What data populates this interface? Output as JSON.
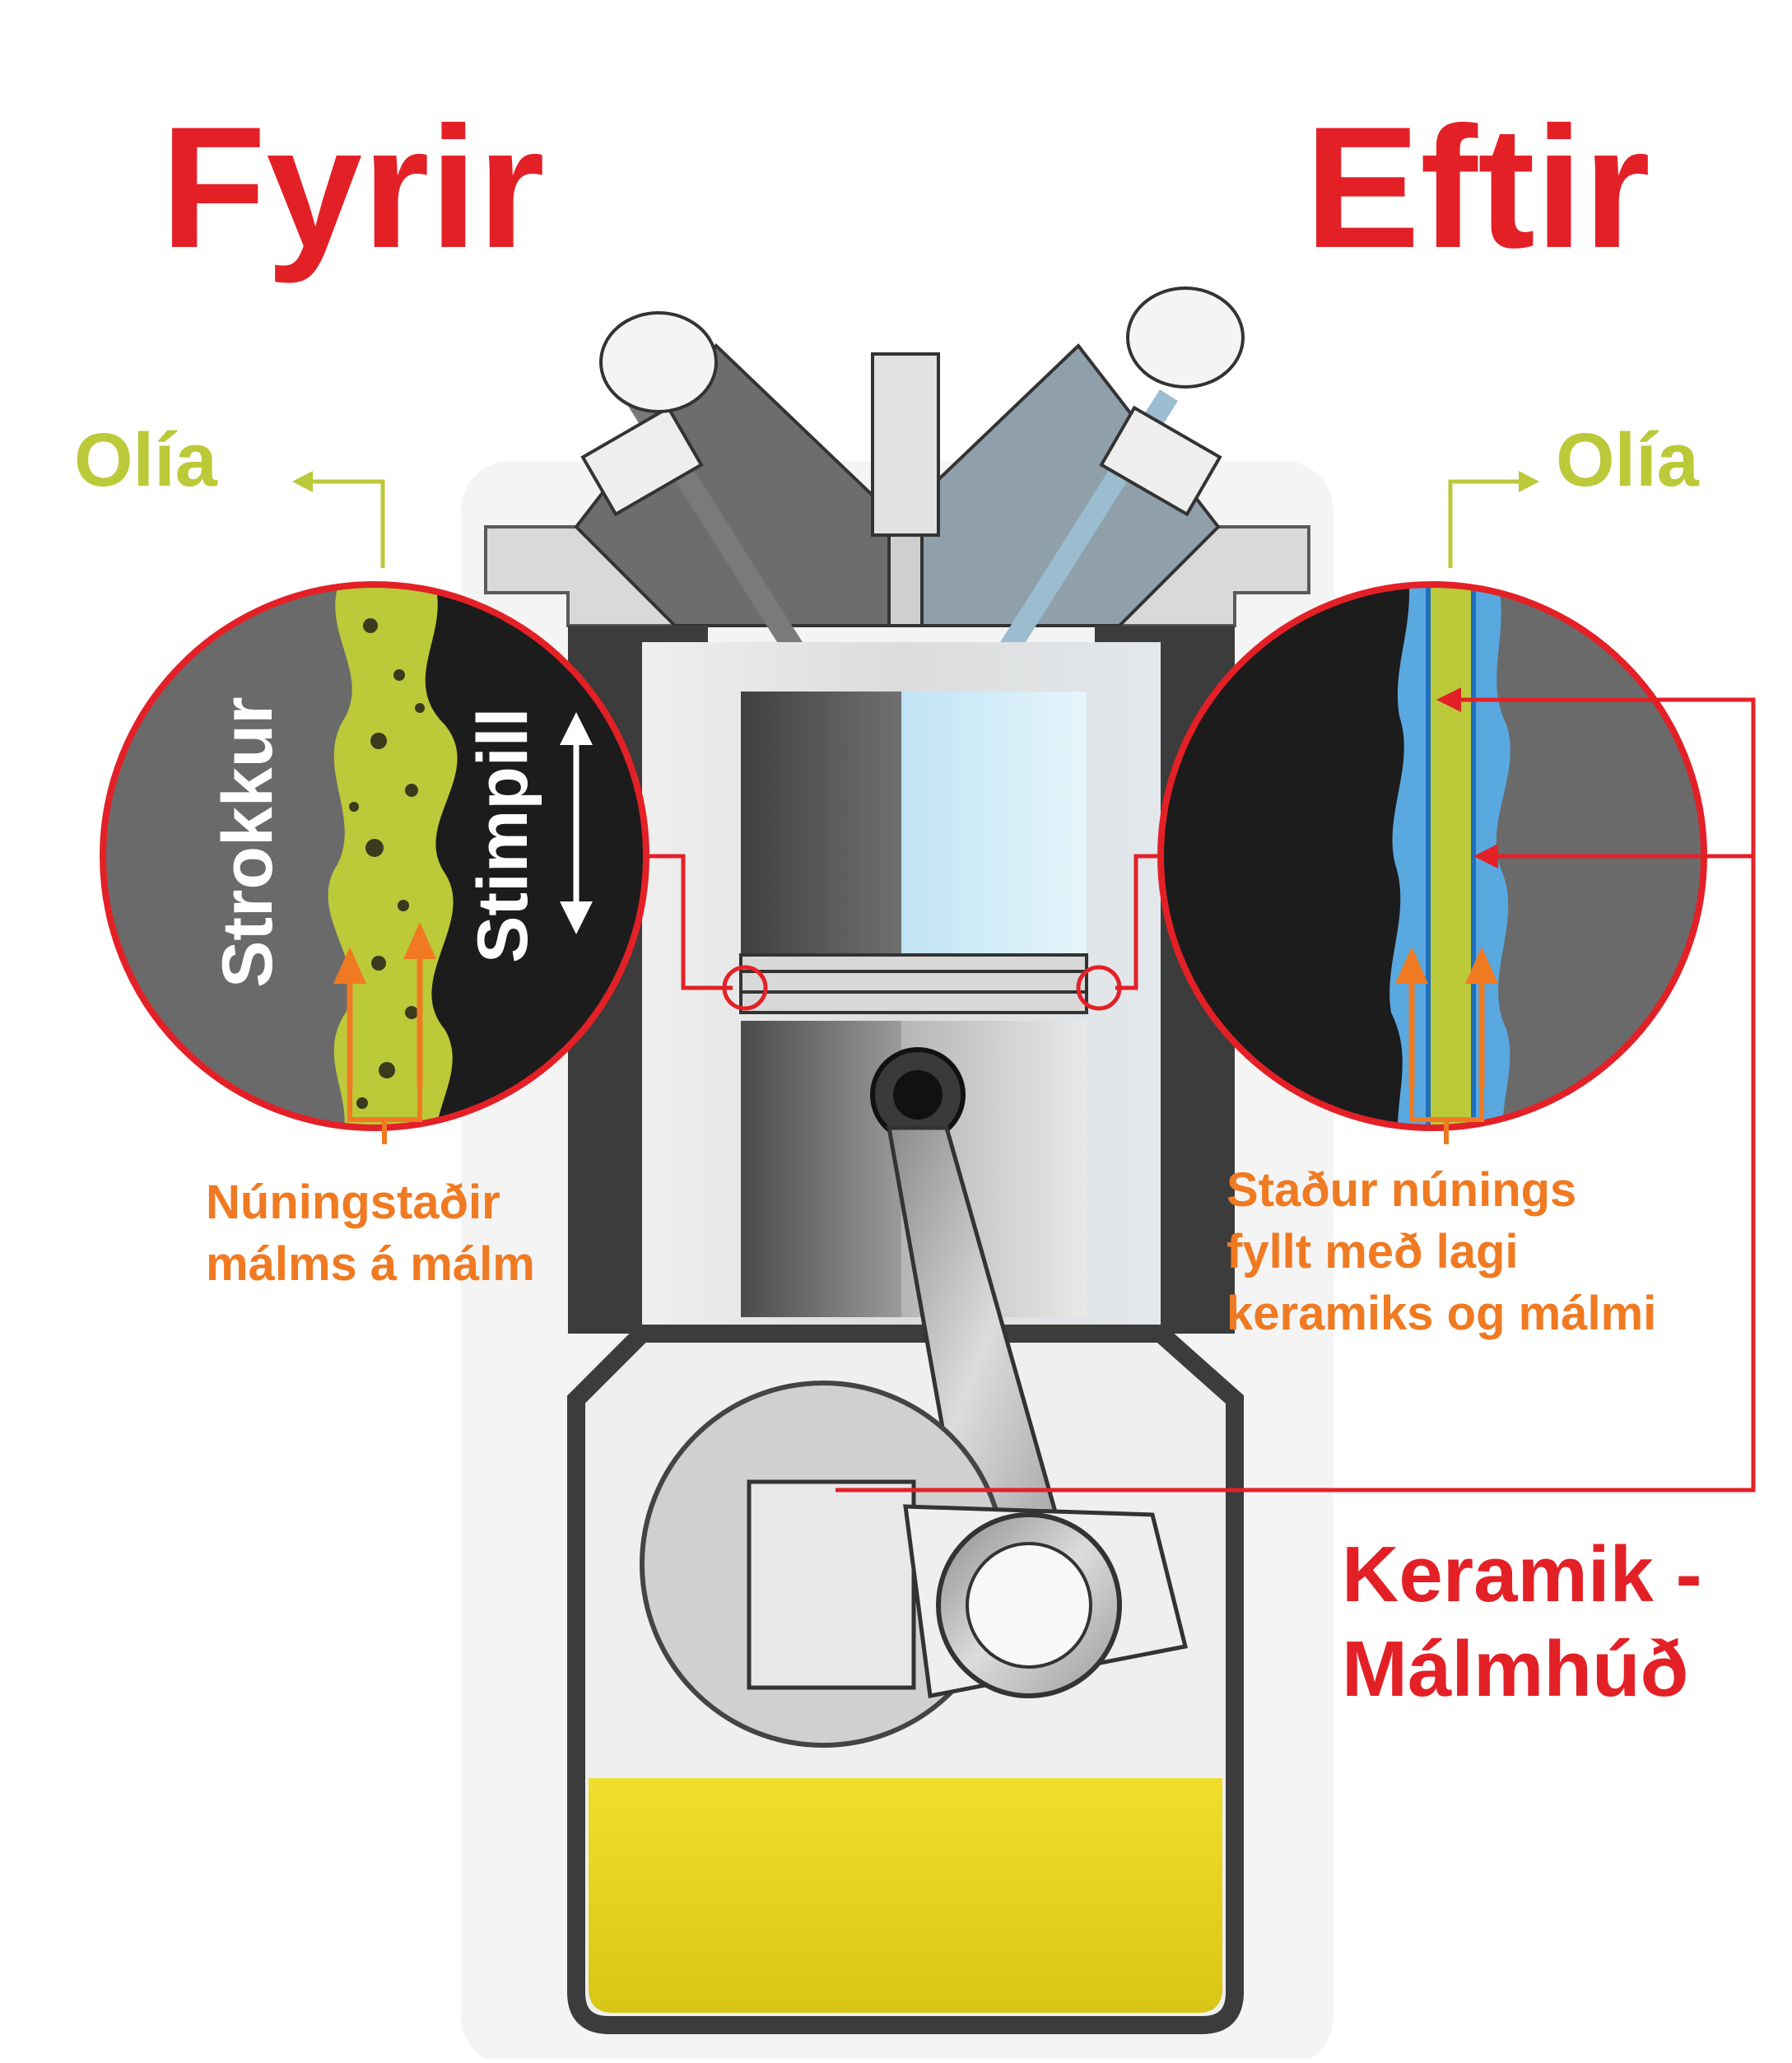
{
  "headings": {
    "before": "Fyrir",
    "after": "Eftir"
  },
  "left_panel": {
    "oil_label": "Olía",
    "cylinder_label": "Strokkur",
    "piston_label": "Stimpill",
    "caption_line1": "Núningstaðir",
    "caption_line2": "málms á málm"
  },
  "right_panel": {
    "oil_label": "Olía",
    "caption_line1": "Staður núnings",
    "caption_line2": "fyllt með lagi",
    "caption_line3": "keramiks og málmi"
  },
  "coating_label": {
    "line1": "Keramik -",
    "line2": "Málmhúð"
  },
  "colors": {
    "heading_red": "#e42027",
    "oil_green": "#bcc939",
    "caption_orange": "#f07a22",
    "frame_red": "#e42027",
    "coating_blue": "#5aa8e0",
    "sump_oil": "#e3cf1c"
  }
}
